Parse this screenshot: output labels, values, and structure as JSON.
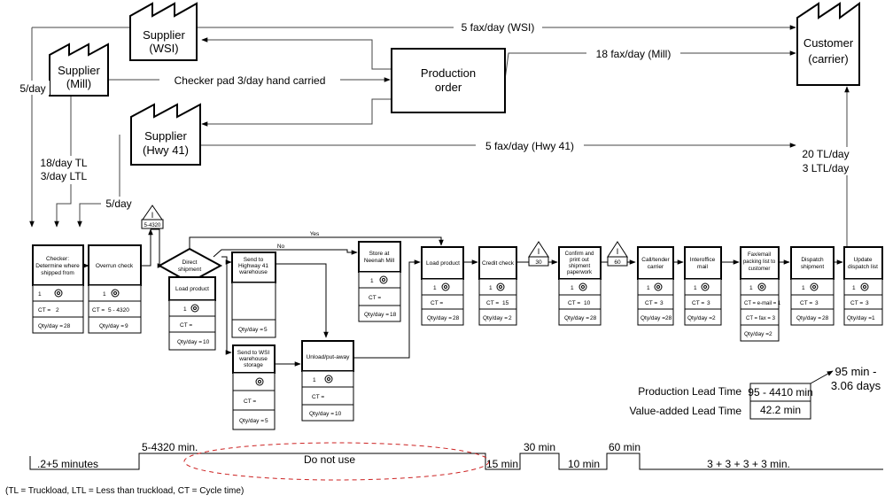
{
  "entities": {
    "supplier_wsi": [
      "Supplier",
      "(WSI)"
    ],
    "supplier_mill": [
      "Supplier",
      "(Mill)"
    ],
    "supplier_hwy41": [
      "Supplier",
      "(Hwy 41)"
    ],
    "customer": [
      "Customer",
      "(carrier)"
    ],
    "production_order": [
      "Production",
      "order"
    ]
  },
  "flows": {
    "wsi_fax": "5 fax/day (WSI)",
    "mill_fax": "18 fax/day (Mill)",
    "checker_pad": "Checker pad 3/day hand carried",
    "hwy_fax": "5 fax/day (Hwy 41)",
    "left_5day": "5/day",
    "mill_tl": [
      "18/day TL",
      "3/day LTL"
    ],
    "hwy_5day": "5/day",
    "customer_tl": [
      "20 TL/day",
      "3 LTL/day"
    ]
  },
  "decision": {
    "label": [
      "Direct",
      "shipment"
    ],
    "yes": "Yes",
    "no_right": "No",
    "no_down": "No"
  },
  "inventory_symbol": "I",
  "inventories": {
    "first": "5-4320",
    "second": "30",
    "third": "60"
  },
  "ct_label": "CT =",
  "qty_label": "Qty/day =",
  "operator": "1",
  "processes": {
    "checker": {
      "title": [
        "Checker:",
        "Determine where",
        "shipped from"
      ],
      "ct": "2",
      "qty": "28"
    },
    "overrun": {
      "title": [
        "Overrun check"
      ],
      "ct": "5 - 4320",
      "qty": "9"
    },
    "load_left": {
      "title": [
        "Load product"
      ],
      "ct": "",
      "qty": "10"
    },
    "send_hwy41": {
      "title": [
        "Send to",
        "Highway 41",
        "warehouse"
      ],
      "ct": "",
      "qty": "5"
    },
    "send_wsi": {
      "title": [
        "Send to WSI",
        "warehouse",
        "storage"
      ],
      "ct": "",
      "qty": "5"
    },
    "unload": {
      "title": [
        "Unload/put-away"
      ],
      "ct": "",
      "qty": "10"
    },
    "store": {
      "title": [
        "Store at",
        "Neenah Mill"
      ],
      "ct": "",
      "qty": "18"
    },
    "load_main": {
      "title": [
        "Load product"
      ],
      "ct": "",
      "qty": "28"
    },
    "credit": {
      "title": [
        "Credit check"
      ],
      "ct": "15",
      "qty": "2"
    },
    "confirm": {
      "title": [
        "Confirm and",
        "print out",
        "shipment",
        "paperwork"
      ],
      "ct": "10",
      "qty": "28"
    },
    "call": {
      "title": [
        "Call/tender",
        "carrier"
      ],
      "ct": "3",
      "qty": "28"
    },
    "interoffice": {
      "title": [
        "Interoffice",
        "mail"
      ],
      "ct": "3",
      "qty": "2"
    },
    "fax": {
      "title": [
        "Fax/email",
        "packing list to",
        "customer"
      ],
      "ct_email": "CT = e-mail = 1",
      "ct_fax": "CT = fax = 3",
      "qty": "2"
    },
    "dispatch": {
      "title": [
        "Dispatch",
        "shipment"
      ],
      "ct": "3",
      "qty": "28"
    },
    "update": {
      "title": [
        "Update",
        "dispatch list"
      ],
      "ct": "3",
      "qty": "1"
    }
  },
  "lead_time": {
    "production_label": "Production Lead Time",
    "production_value": "95 - 4410 min",
    "value_added_label": "Value-added Lead Time",
    "value_added_value": "42.2 min",
    "total": [
      "95 min -",
      "3.06 days"
    ]
  },
  "timeline": {
    "t1": ".2+5 minutes",
    "t2": "5-4320 min.",
    "do_not_use": "Do not use",
    "t3": "15 min",
    "t4": "30 min",
    "t5": "10 min",
    "t6": "60 min",
    "t7": "3 + 3 + 3 + 3 min."
  },
  "footnote": "(TL = Truckload, LTL = Less than truckload, CT = Cycle time)"
}
